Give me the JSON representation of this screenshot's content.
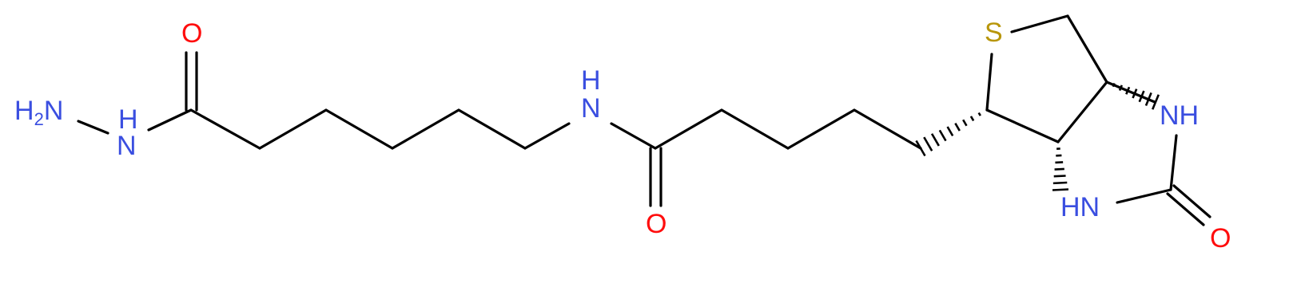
{
  "colors": {
    "bond": "#000000",
    "nitrogen": "#3a4ee0",
    "oxygen": "#ff0d0d",
    "sulfur": "#b8960b"
  },
  "atoms": {
    "nh2": {
      "main": "H",
      "sub": "2",
      "tail": "N",
      "element": "N"
    },
    "hydrazide_nh": {
      "n": "N",
      "h": "H",
      "element": "N"
    },
    "hydrazide_o": {
      "text": "O",
      "element": "O"
    },
    "amide_nh": {
      "n": "N",
      "h": "H",
      "element": "N"
    },
    "amide_o": {
      "text": "O",
      "element": "O"
    },
    "thiophane_s": {
      "text": "S",
      "element": "S"
    },
    "ureido_nh_top": {
      "text": "NH",
      "element": "N"
    },
    "ureido_nh_bottom": {
      "text": "HN",
      "element": "N"
    },
    "ureido_o": {
      "text": "O",
      "element": "O"
    }
  }
}
